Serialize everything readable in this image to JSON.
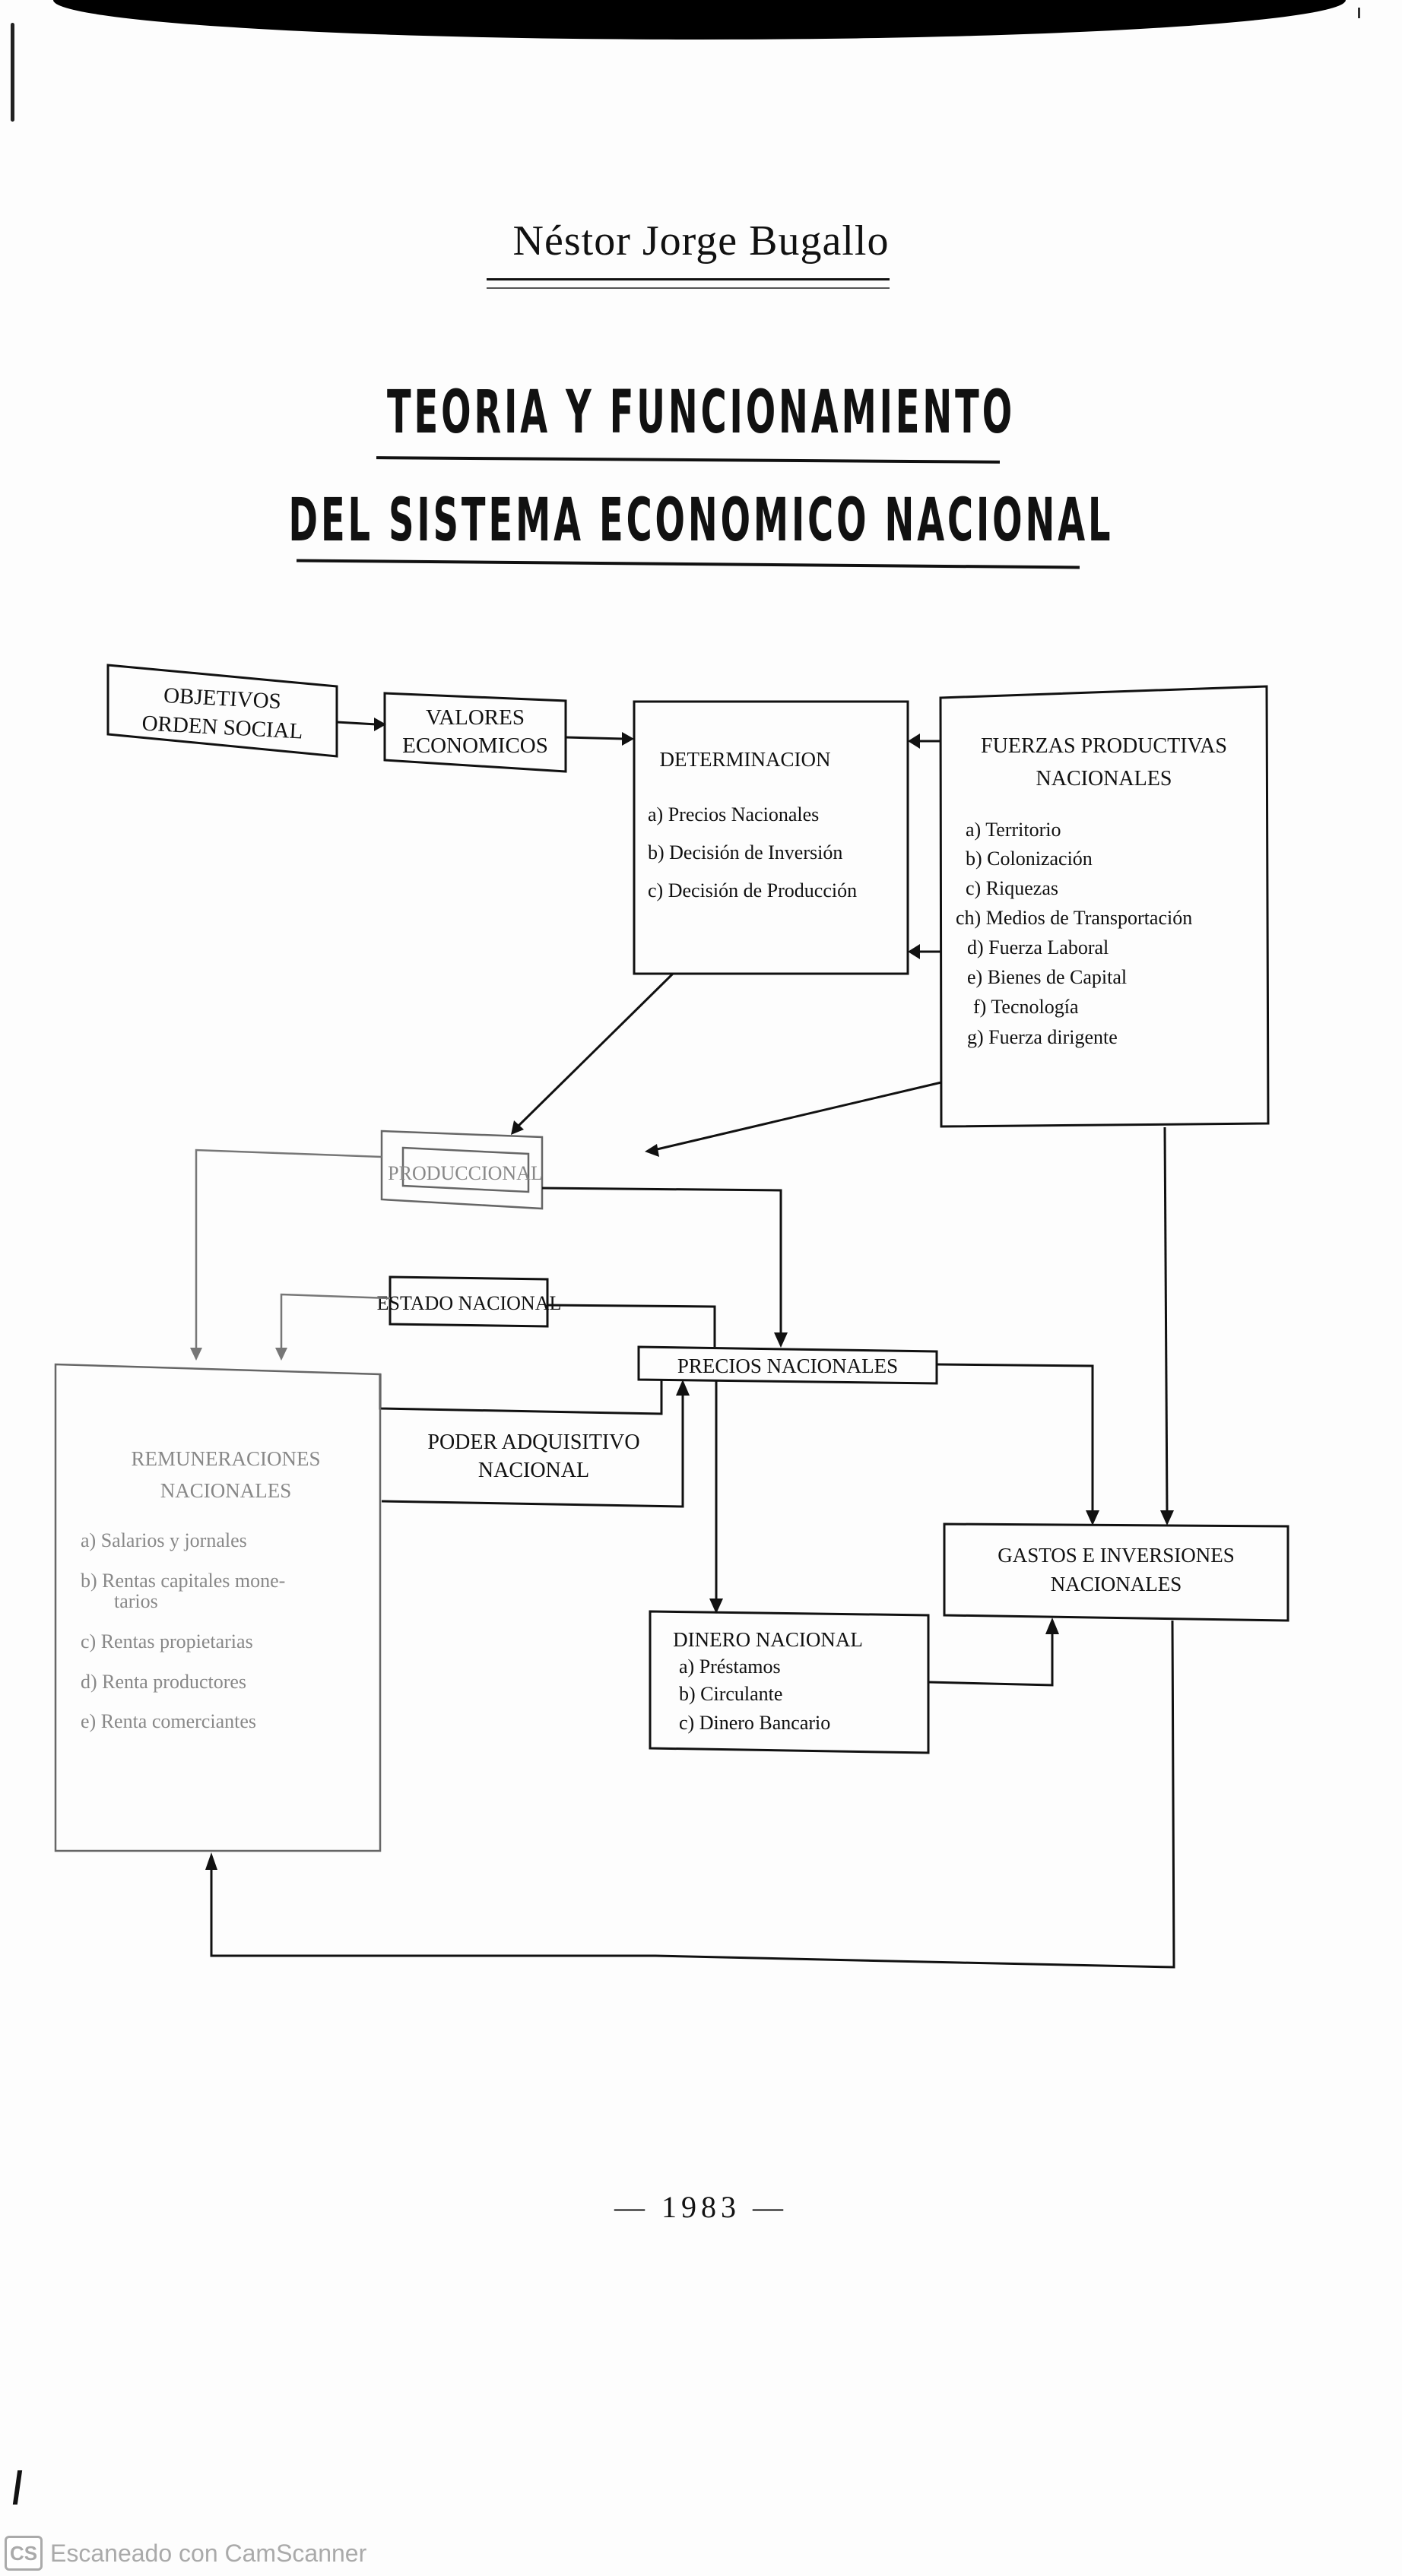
{
  "cover": {
    "author": "Néstor Jorge Bugallo",
    "title_line1": "TEORIA  Y  FUNCIONAMIENTO",
    "title_line2": "DEL  SISTEMA  ECONOMICO  NACIONAL",
    "year": "— 1983 —"
  },
  "diagram": {
    "objetivos": {
      "line1": "OBJETIVOS",
      "line2": "ORDEN SOCIAL"
    },
    "valores": {
      "line1": "VALORES",
      "line2": "ECONOMICOS"
    },
    "determinacion": {
      "title": "DETERMINACION",
      "items": [
        "a) Precios  Nacionales",
        "b) Decisión  de  Inversión",
        "c) Decisión de Producción"
      ]
    },
    "fuerzas": {
      "title_line1": "FUERZAS  PRODUCTIVAS",
      "title_line2": "NACIONALES",
      "items": [
        "a) Territorio",
        "b) Colonización",
        "c) Riquezas",
        "ch) Medios de Transportación",
        "d) Fuerza  Laboral",
        "e) Bienes  de  Capital",
        "f) Tecnología",
        "g) Fuerza  dirigente"
      ]
    },
    "produccional": {
      "label": "PRODUCCIONAL"
    },
    "estado": {
      "label": "ESTADO NACIONAL"
    },
    "precios": {
      "label": "PRECIOS NACIONALES"
    },
    "poder": {
      "line1": "PODER  ADQUISITIVO",
      "line2": "NACIONAL"
    },
    "remuneraciones": {
      "title_line1": "REMUNERACIONES",
      "title_line2": "NACIONALES",
      "items": [
        "a) Salarios  y  jornales",
        "b) Rentas  capitales  mone-",
        "tarios",
        "c) Rentas  propietarias",
        "d) Renta  productores",
        "e) Renta  comerciantes"
      ]
    },
    "gastos": {
      "line1": "GASTOS  E  INVERSIONES",
      "line2": "NACIONALES"
    },
    "dinero": {
      "title": "DINERO NACIONAL",
      "items": [
        "a) Préstamos",
        "b) Circulante",
        "c) Dinero Bancario"
      ]
    }
  },
  "watermark": {
    "logo": "CS",
    "text": "Escaneado con CamScanner"
  }
}
